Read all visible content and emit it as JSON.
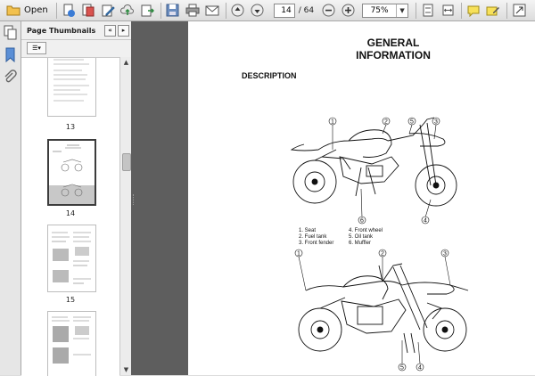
{
  "toolbar": {
    "open_label": "Open",
    "page_current": "14",
    "page_total": "/ 64",
    "zoom": "75%"
  },
  "panel": {
    "title": "Page Thumbnails",
    "thumbnails": [
      {
        "label": "13"
      },
      {
        "label": "14"
      },
      {
        "label": "15"
      }
    ]
  },
  "document": {
    "title_line1": "GENERAL",
    "title_line2": "INFORMATION",
    "heading": "DESCRIPTION",
    "callouts_top": [
      "1",
      "2",
      "5",
      "3",
      "6",
      "4"
    ],
    "callouts_bottom": [
      "1",
      "2",
      "3",
      "5",
      "4"
    ],
    "legend_left": [
      "1.  Seat",
      "2.  Fuel tank",
      "3.  Front fender"
    ],
    "legend_right": [
      "4.  Front wheel",
      "5.  Oil tank",
      "6.  Muffler"
    ]
  }
}
